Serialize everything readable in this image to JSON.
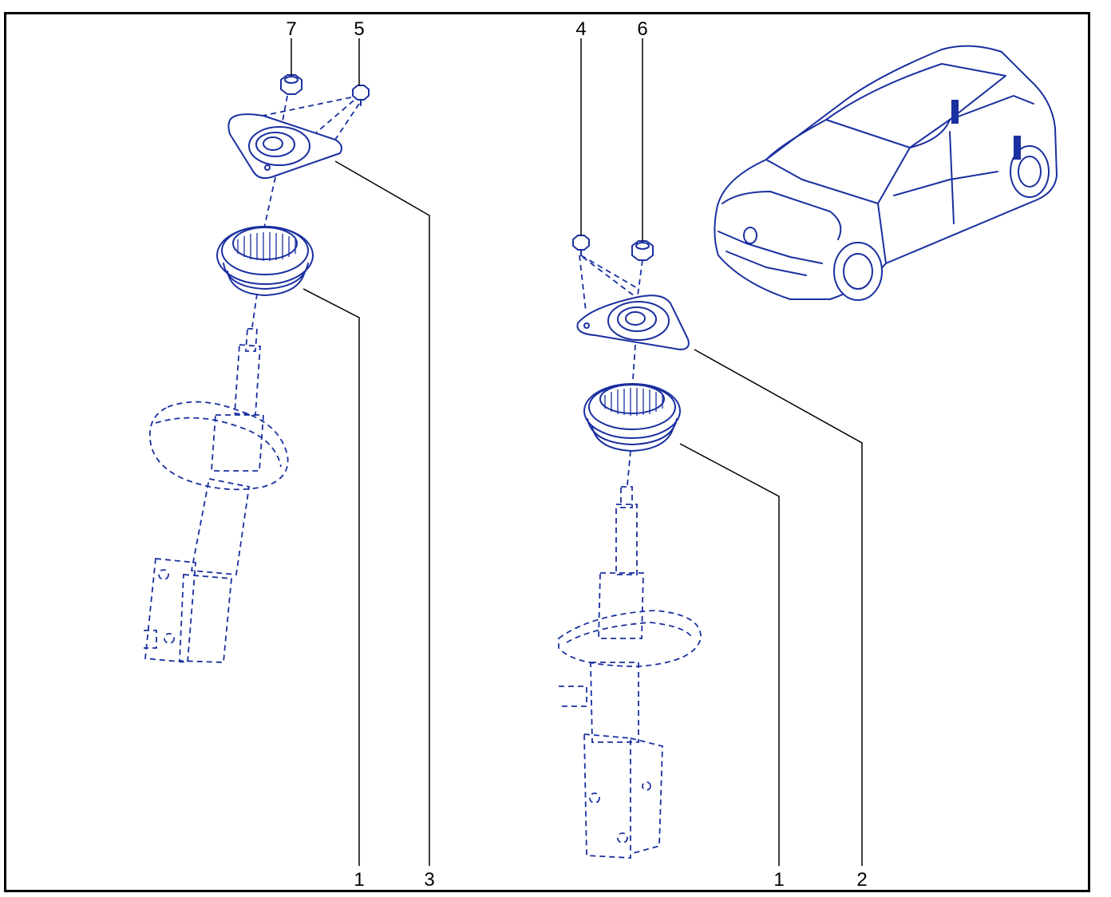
{
  "callouts": {
    "top_left_7": "7",
    "top_left_5": "5",
    "top_right_4": "4",
    "top_right_6": "6",
    "bottom_left_1": "1",
    "bottom_left_3": "3",
    "bottom_right_1": "1",
    "bottom_right_2": "2"
  },
  "colors": {
    "drawing": "#1a2fa0",
    "leader": "#000000",
    "frame": "#000000"
  }
}
